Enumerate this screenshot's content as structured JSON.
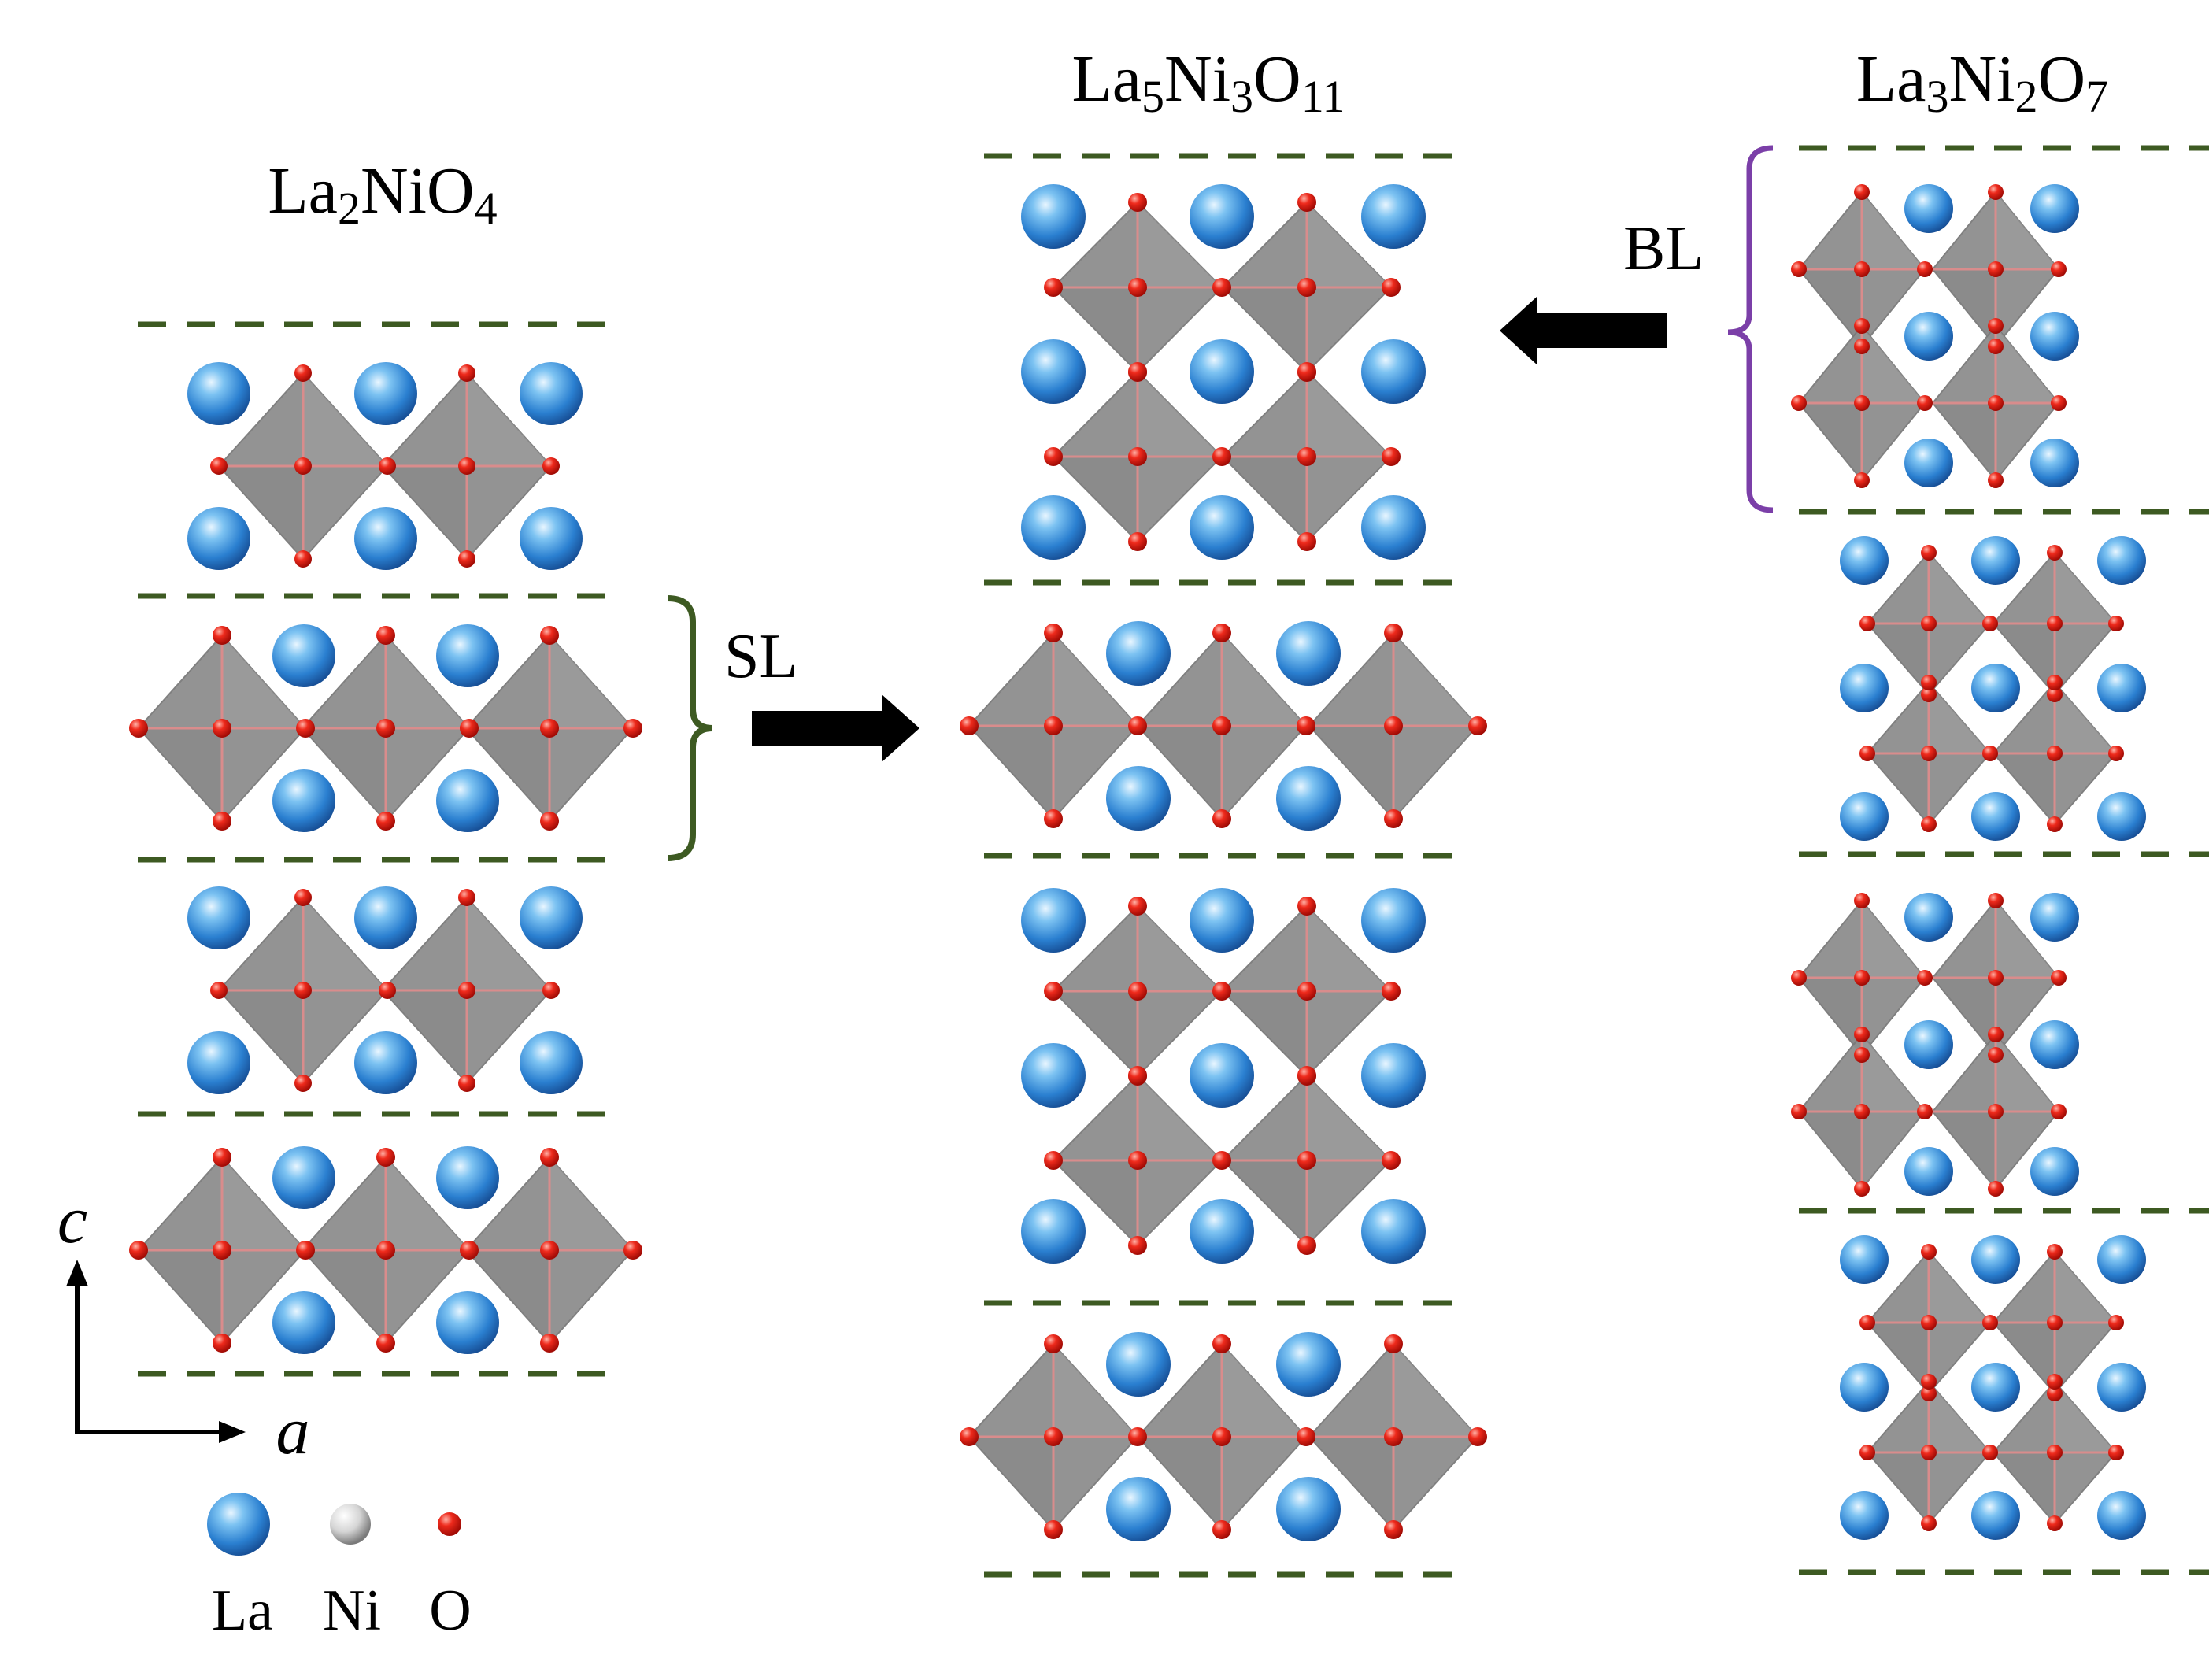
{
  "titles": {
    "left": {
      "base": "La",
      "parts": [
        [
          "La",
          ""
        ],
        [
          "2",
          "sub"
        ],
        [
          "NiO",
          ""
        ],
        [
          "4",
          "sub"
        ]
      ]
    },
    "middle": {
      "parts": [
        [
          "La",
          ""
        ],
        [
          "5",
          "sub"
        ],
        [
          "Ni",
          ""
        ],
        [
          "3",
          "sub"
        ],
        [
          "O",
          ""
        ],
        [
          "11",
          "sub"
        ]
      ]
    },
    "right": {
      "parts": [
        [
          "La",
          ""
        ],
        [
          "3",
          "sub"
        ],
        [
          "Ni",
          ""
        ],
        [
          "2",
          "sub"
        ],
        [
          "O",
          ""
        ],
        [
          "7",
          "sub"
        ]
      ]
    }
  },
  "title_text": {
    "left": "La2NiO4",
    "middle": "La5Ni3O11",
    "right": "La3Ni2O7"
  },
  "annotations": {
    "single_layer": "SL",
    "bilayer": "BL"
  },
  "axes": {
    "vertical": "c",
    "horizontal": "a"
  },
  "legend": {
    "items": [
      {
        "label": "La",
        "color": "#2f86d6"
      },
      {
        "label": "Ni",
        "color": "#d8d8d8"
      },
      {
        "label": "O",
        "color": "#e01010"
      }
    ]
  },
  "colors": {
    "octahedron": "#8e8e8e",
    "divider": "#3d5a22",
    "sl_bracket": "#3d5a22",
    "bl_bracket": "#7b3fa8",
    "arrow": "#000000"
  }
}
